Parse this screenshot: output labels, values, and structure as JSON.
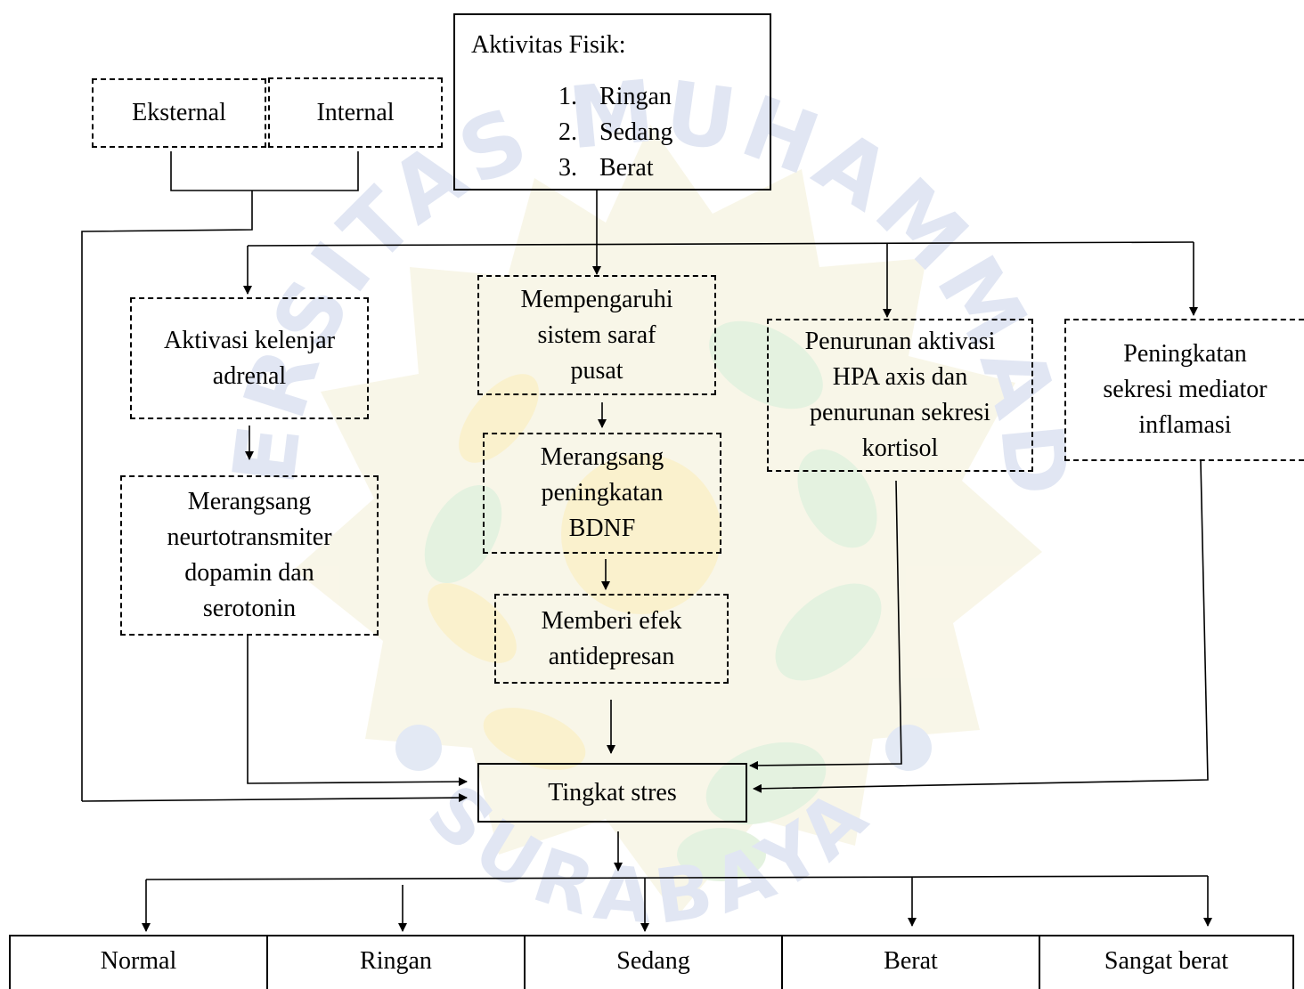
{
  "diagram": {
    "top_factors": {
      "external": "Eksternal",
      "internal": "Internal"
    },
    "activity": {
      "title": "Aktivitas Fisik:",
      "items": [
        {
          "num": "1.",
          "label": "Ringan"
        },
        {
          "num": "2.",
          "label": "Sedang"
        },
        {
          "num": "3.",
          "label": "Berat"
        }
      ]
    },
    "mechanisms": {
      "adrenal": "Aktivasi kelenjar\nadrenal",
      "neurotransmitter": "Merangsang\nneurtotransmiter\ndopamin dan\nserotonin",
      "cns": "Mempengaruhi\nsistem saraf\npusat",
      "bdnf": "Merangsang\npeningkatan\nBDNF",
      "antidepressant": "Memberi efek\nantidepresan",
      "hpa": "Penurunan aktivasi\nHPA axis dan\npenurunan sekresi\nkortisol",
      "inflammation": "Peningkatan\nsekresi mediator\ninflamasi"
    },
    "outcome": "Tingkat stres",
    "levels": [
      "Normal",
      "Ringan",
      "Sedang",
      "Berat",
      "Sangat berat"
    ]
  },
  "watermark": {
    "top_text": "UNIVERSITAS MUHAMMADIYAH",
    "bottom_text": "SURABAYA",
    "colors": {
      "yellow": "#f7e7a3",
      "green": "#c7e8c0",
      "blue": "#c8d4ea"
    }
  },
  "colors": {
    "line": "#000000",
    "background": "#ffffff"
  }
}
